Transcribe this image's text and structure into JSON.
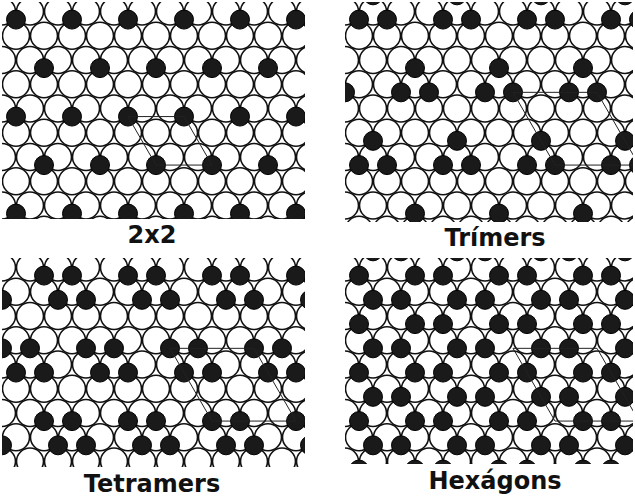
{
  "diagram": {
    "labels": [
      "2x2",
      "Trímers",
      "Tetramers",
      "Hexágons"
    ]
  }
}
